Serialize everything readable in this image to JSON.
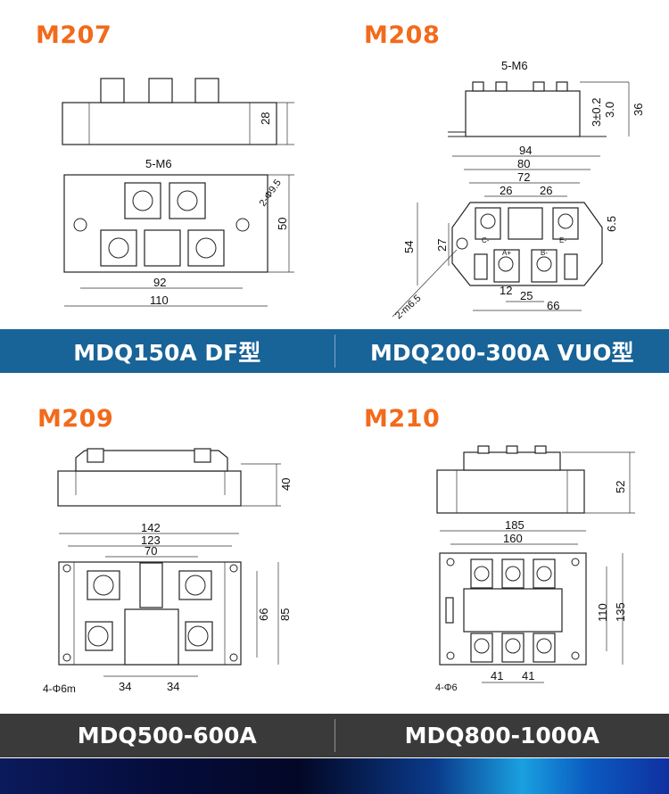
{
  "models": [
    {
      "code": "M207",
      "name": "MDQ150A DF型",
      "dims": {
        "height": "28",
        "screw": "5-M6",
        "hole": "2-Φ9.5",
        "width_small": "50",
        "pitch": "92",
        "length": "110"
      }
    },
    {
      "code": "M208",
      "name": "MDQ200-300A VUO型",
      "dims": {
        "screw": "5-M6",
        "h1": "3±0.2",
        "h2": "3.0",
        "height": "36",
        "l94": "94",
        "l80": "80",
        "l72": "72",
        "p1": "26",
        "p2": "26",
        "w54": "54",
        "w27": "27",
        "d65": "6.5",
        "d12": "12",
        "d25": "25",
        "d66": "66",
        "hole": "2-m6.5",
        "term_c": "C-",
        "term_e": "E-",
        "term_a": "A+",
        "term_b": "B-"
      }
    },
    {
      "code": "M209",
      "name": "MDQ500-600A",
      "dims": {
        "height": "40",
        "l142": "142",
        "l123": "123",
        "l70": "70",
        "w66": "66",
        "w85": "85",
        "p1": "34",
        "p2": "34",
        "hole": "4-Φ6m"
      }
    },
    {
      "code": "M210",
      "name": "MDQ800-1000A",
      "dims": {
        "height": "52",
        "l185": "185",
        "l160": "160",
        "w110": "110",
        "w135": "135",
        "p1": "41",
        "p2": "41",
        "hole": "4-Φ6"
      }
    }
  ],
  "colors": {
    "title": "#f26a1b",
    "banner_blue": "#186398",
    "banner_dark": "#3a3a3a"
  }
}
